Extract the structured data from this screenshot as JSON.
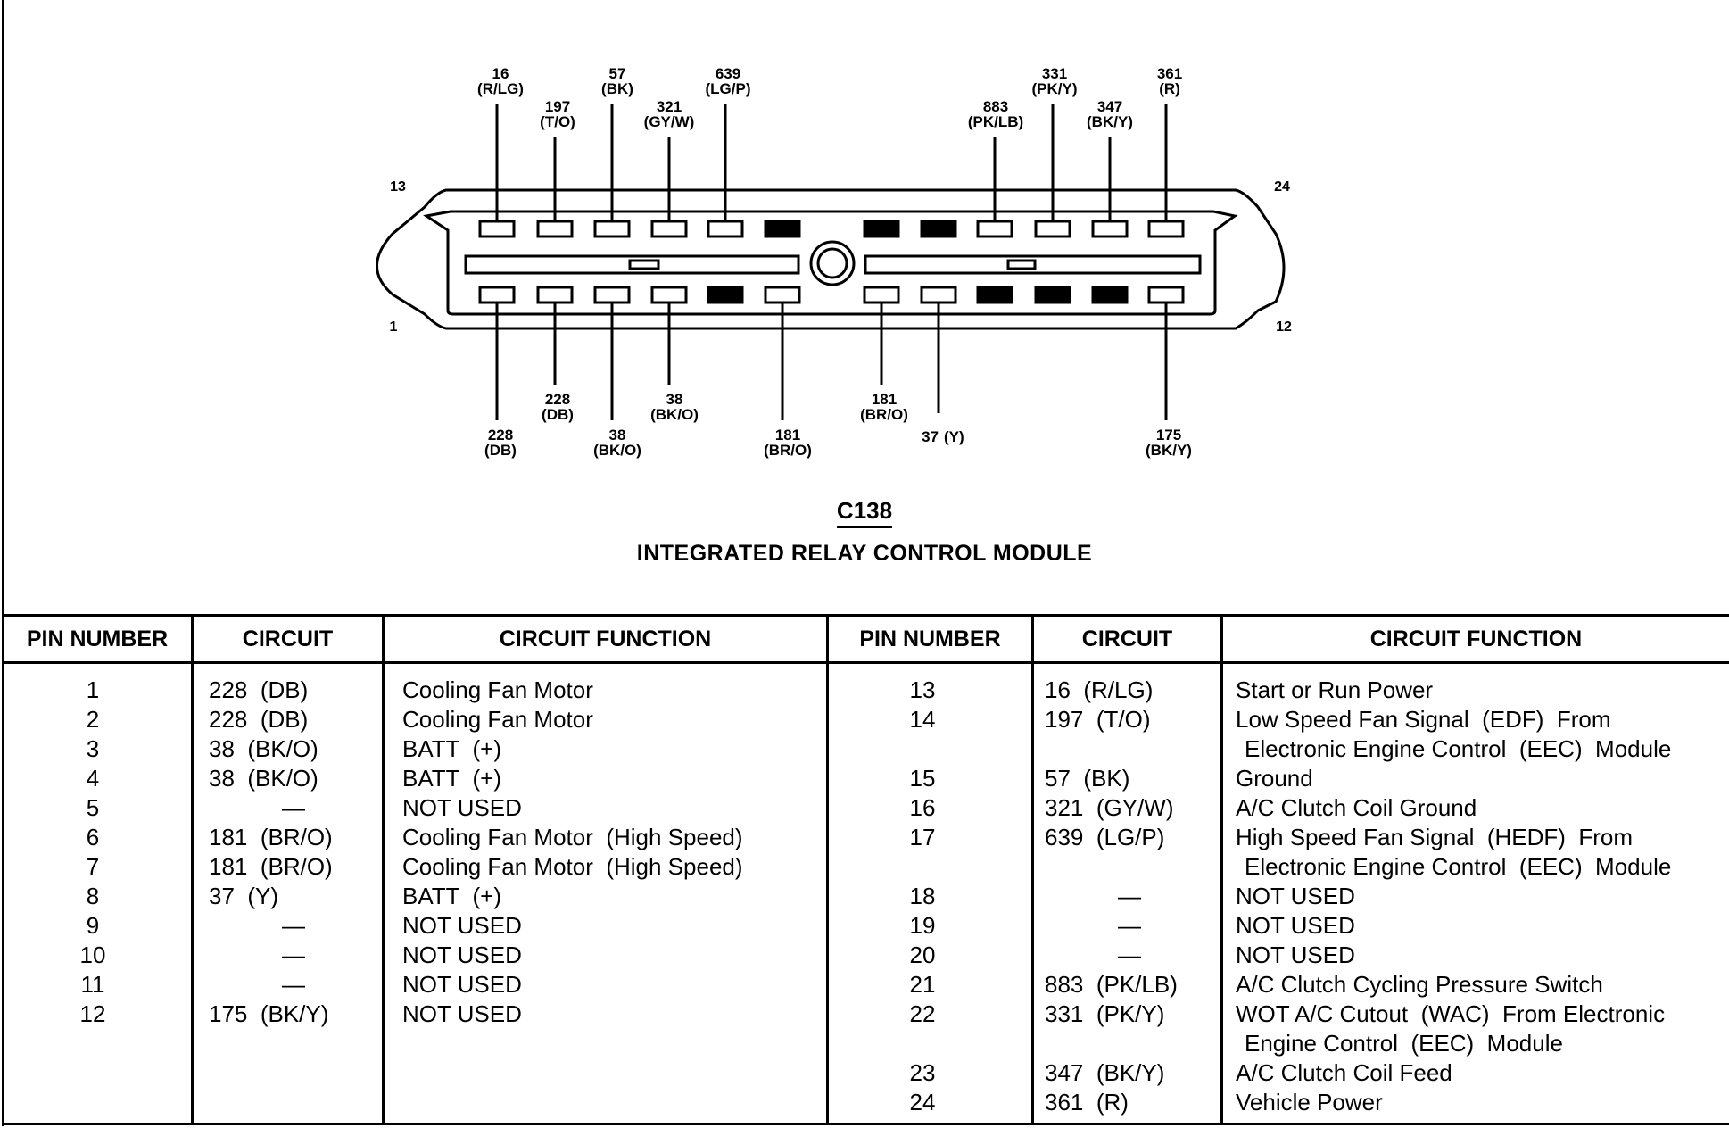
{
  "connector": {
    "id": "C138",
    "name": "INTEGRATED RELAY CONTROL MODULE",
    "corner_labels": {
      "top_left": "13",
      "top_right": "24",
      "bottom_left": "1",
      "bottom_right": "12"
    },
    "wire_labels_top": [
      {
        "pin": 13,
        "circuit": "16",
        "color": "(R/LG)"
      },
      {
        "pin": 14,
        "circuit": "197",
        "color": "(T/O)"
      },
      {
        "pin": 15,
        "circuit": "57",
        "color": "(BK)"
      },
      {
        "pin": 16,
        "circuit": "321",
        "color": "(GY/W)"
      },
      {
        "pin": 17,
        "circuit": "639",
        "color": "(LG/P)"
      },
      {
        "pin": 21,
        "circuit": "883",
        "color": "(PK/LB)"
      },
      {
        "pin": 22,
        "circuit": "331",
        "color": "(PK/Y)"
      },
      {
        "pin": 23,
        "circuit": "347",
        "color": "(BK/Y)"
      },
      {
        "pin": 24,
        "circuit": "361",
        "color": "(R)"
      }
    ],
    "wire_labels_bottom": [
      {
        "pin": 1,
        "circuit": "228",
        "color": "(DB)"
      },
      {
        "pin": 2,
        "circuit": "228",
        "color": "(DB)"
      },
      {
        "pin": 3,
        "circuit": "38",
        "color": "(BK/O)"
      },
      {
        "pin": 4,
        "circuit": "38",
        "color": "(BK/O)"
      },
      {
        "pin": 6,
        "circuit": "181",
        "color": "(BR/O)"
      },
      {
        "pin": 7,
        "circuit": "181",
        "color": "(BR/O)"
      },
      {
        "pin": 8,
        "circuit": "37",
        "color": "(Y)"
      },
      {
        "pin": 12,
        "circuit": "175",
        "color": "(BK/Y)"
      }
    ],
    "top_row_pins": [
      "open",
      "open",
      "open",
      "open",
      "open",
      "blocked",
      "blocked",
      "blocked",
      "open",
      "open",
      "open",
      "open"
    ],
    "bottom_row_pins": [
      "open",
      "open",
      "open",
      "open",
      "blocked",
      "open",
      "open",
      "open",
      "blocked",
      "blocked",
      "blocked",
      "open"
    ]
  },
  "table": {
    "headers": [
      "PIN NUMBER",
      "CIRCUIT",
      "CIRCUIT FUNCTION",
      "PIN NUMBER",
      "CIRCUIT",
      "CIRCUIT FUNCTION"
    ],
    "left": [
      {
        "pin": "1",
        "circuit": "228  (DB)",
        "function": "Cooling Fan Motor"
      },
      {
        "pin": "2",
        "circuit": "228  (DB)",
        "function": "Cooling Fan Motor"
      },
      {
        "pin": "3",
        "circuit": "38  (BK/O)",
        "function": "BATT  (+)"
      },
      {
        "pin": "4",
        "circuit": "38  (BK/O)",
        "function": "BATT  (+)"
      },
      {
        "pin": "5",
        "circuit": "—",
        "function": "NOT USED"
      },
      {
        "pin": "6",
        "circuit": "181  (BR/O)",
        "function": "Cooling Fan Motor  (High Speed)"
      },
      {
        "pin": "7",
        "circuit": "181  (BR/O)",
        "function": "Cooling Fan Motor  (High Speed)"
      },
      {
        "pin": "8",
        "circuit": "37  (Y)",
        "function": "BATT  (+)"
      },
      {
        "pin": "9",
        "circuit": "—",
        "function": "NOT USED"
      },
      {
        "pin": "10",
        "circuit": "—",
        "function": "NOT USED"
      },
      {
        "pin": "11",
        "circuit": "—",
        "function": "NOT USED"
      },
      {
        "pin": "12",
        "circuit": "175  (BK/Y)",
        "function": "NOT USED"
      }
    ],
    "right": [
      {
        "pin": "13",
        "circuit": "16  (R/LG)",
        "function": [
          "Start or Run Power"
        ]
      },
      {
        "pin": "14",
        "circuit": "197  (T/O)",
        "function": [
          "Low Speed Fan Signal  (EDF)  From",
          "Electronic Engine Control  (EEC)  Module"
        ]
      },
      {
        "pin": "15",
        "circuit": "57  (BK)",
        "function": [
          "Ground"
        ]
      },
      {
        "pin": "16",
        "circuit": "321  (GY/W)",
        "function": [
          "A/C Clutch Coil Ground"
        ]
      },
      {
        "pin": "17",
        "circuit": "639  (LG/P)",
        "function": [
          "High Speed Fan Signal  (HEDF)  From",
          "Electronic Engine Control  (EEC)  Module"
        ]
      },
      {
        "pin": "18",
        "circuit": "—",
        "function": [
          "NOT USED"
        ]
      },
      {
        "pin": "19",
        "circuit": "—",
        "function": [
          "NOT USED"
        ]
      },
      {
        "pin": "20",
        "circuit": "—",
        "function": [
          "NOT USED"
        ]
      },
      {
        "pin": "21",
        "circuit": "883  (PK/LB)",
        "function": [
          "A/C Clutch Cycling Pressure Switch"
        ]
      },
      {
        "pin": "22",
        "circuit": "331  (PK/Y)",
        "function": [
          "WOT A/C Cutout  (WAC)  From Electronic",
          "Engine Control  (EEC)  Module"
        ]
      },
      {
        "pin": "23",
        "circuit": "347  (BK/Y)",
        "function": [
          "A/C Clutch Coil Feed"
        ]
      },
      {
        "pin": "24",
        "circuit": "361  (R)",
        "function": [
          "Vehicle Power"
        ]
      }
    ]
  }
}
